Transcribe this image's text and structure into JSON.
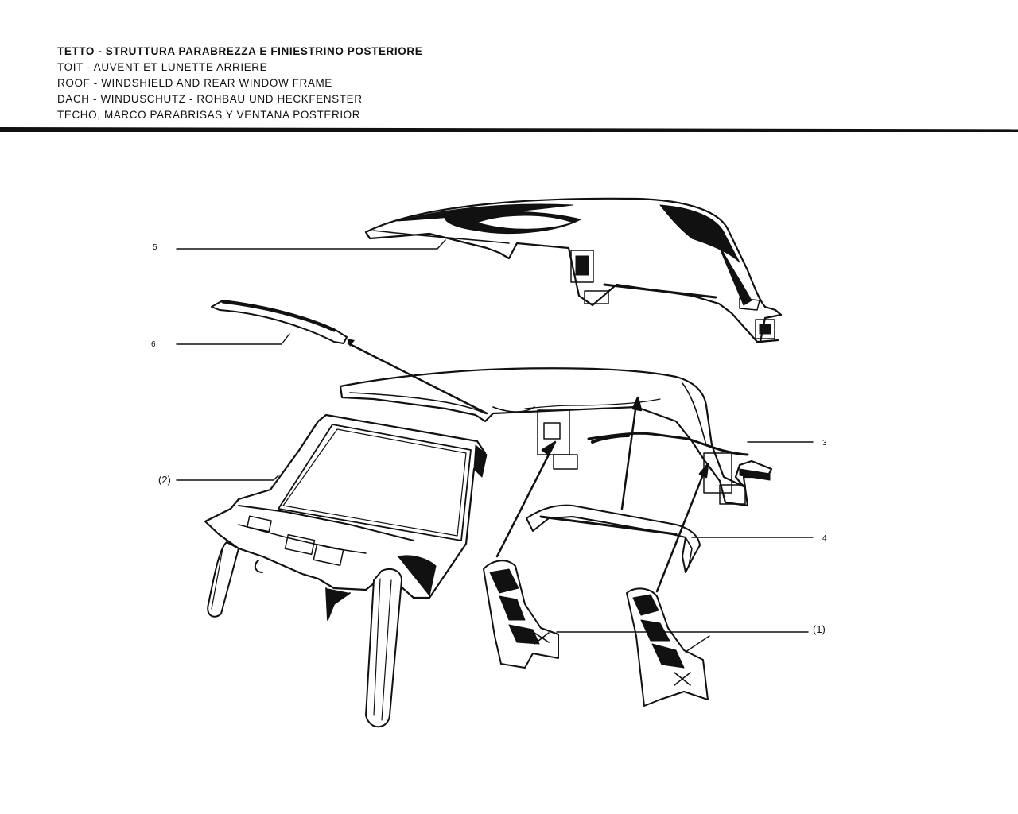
{
  "header": {
    "titles": [
      "TETTO - STRUTTURA PARABREZZA E FINIESTRINO POSTERIORE",
      "TOIT - AUVENT ET LUNETTE ARRIERE",
      "ROOF - WINDSHIELD AND REAR WINDOW FRAME",
      "DACH - WINDUSCHUTZ - ROHBAU UND HECKFENSTER",
      "TECHO, MARCO PARABRISAS Y VENTANA POSTERIOR"
    ]
  },
  "callouts": {
    "c5": "5",
    "c6": "6",
    "c3": "3",
    "c2": "(2)",
    "c4": "4",
    "c1": "(1)"
  },
  "colors": {
    "ink": "#111111",
    "paper": "#ffffff"
  }
}
